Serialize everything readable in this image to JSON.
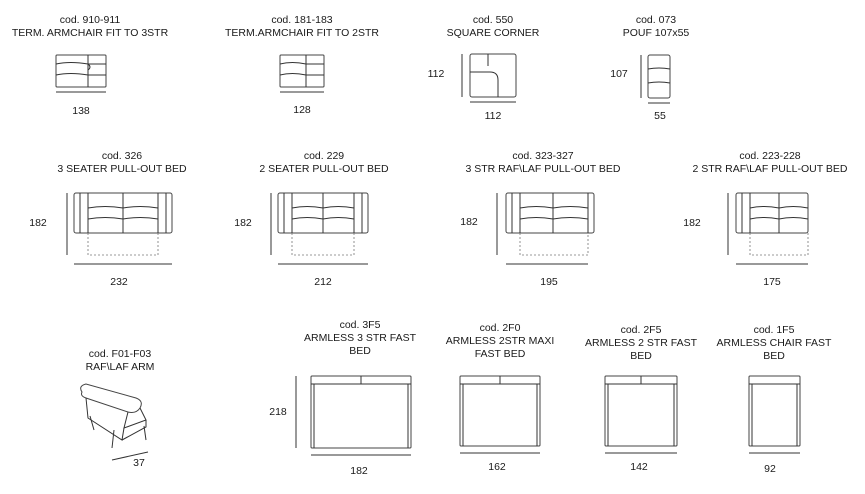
{
  "items": [
    {
      "code": "cod. 910-911",
      "name": "TERM. ARMCHAIR FIT TO 3STR",
      "width": "138"
    },
    {
      "code": "cod. 181-183",
      "name": "TERM.ARMCHAIR FIT TO 2STR",
      "width": "128"
    },
    {
      "code": "cod. 550",
      "name": "SQUARE CORNER",
      "width": "112",
      "depth": "112"
    },
    {
      "code": "cod. 073",
      "name": "POUF 107x55",
      "width": "55",
      "depth": "107"
    },
    {
      "code": "cod. 326",
      "name": "3 SEATER PULL-OUT BED",
      "width": "232",
      "depth": "182"
    },
    {
      "code": "cod. 229",
      "name": "2 SEATER PULL-OUT BED",
      "width": "212",
      "depth": "182"
    },
    {
      "code": "cod. 323-327",
      "name": "3 STR RAF\\LAF PULL-OUT BED",
      "width": "195",
      "depth": "182"
    },
    {
      "code": "cod. 223-228",
      "name": "2 STR RAF\\LAF PULL-OUT BED",
      "width": "175",
      "depth": "182"
    },
    {
      "code": "cod. F01-F03",
      "name": "RAF\\LAF ARM",
      "width": "37"
    },
    {
      "code": "cod. 3F5",
      "name_line1": "ARMLESS 3 STR FAST",
      "name_line2": "BED",
      "width": "182",
      "depth": "218"
    },
    {
      "code": "cod. 2F0",
      "name_line1": "ARMLESS 2STR MAXI",
      "name_line2": "FAST BED",
      "width": "162"
    },
    {
      "code": "cod. 2F5",
      "name_line1": "ARMLESS 2 STR FAST",
      "name_line2": "BED",
      "width": "142"
    },
    {
      "code": "cod. 1F5",
      "name_line1": "ARMLESS CHAIR FAST",
      "name_line2": "BED",
      "width": "92"
    }
  ]
}
